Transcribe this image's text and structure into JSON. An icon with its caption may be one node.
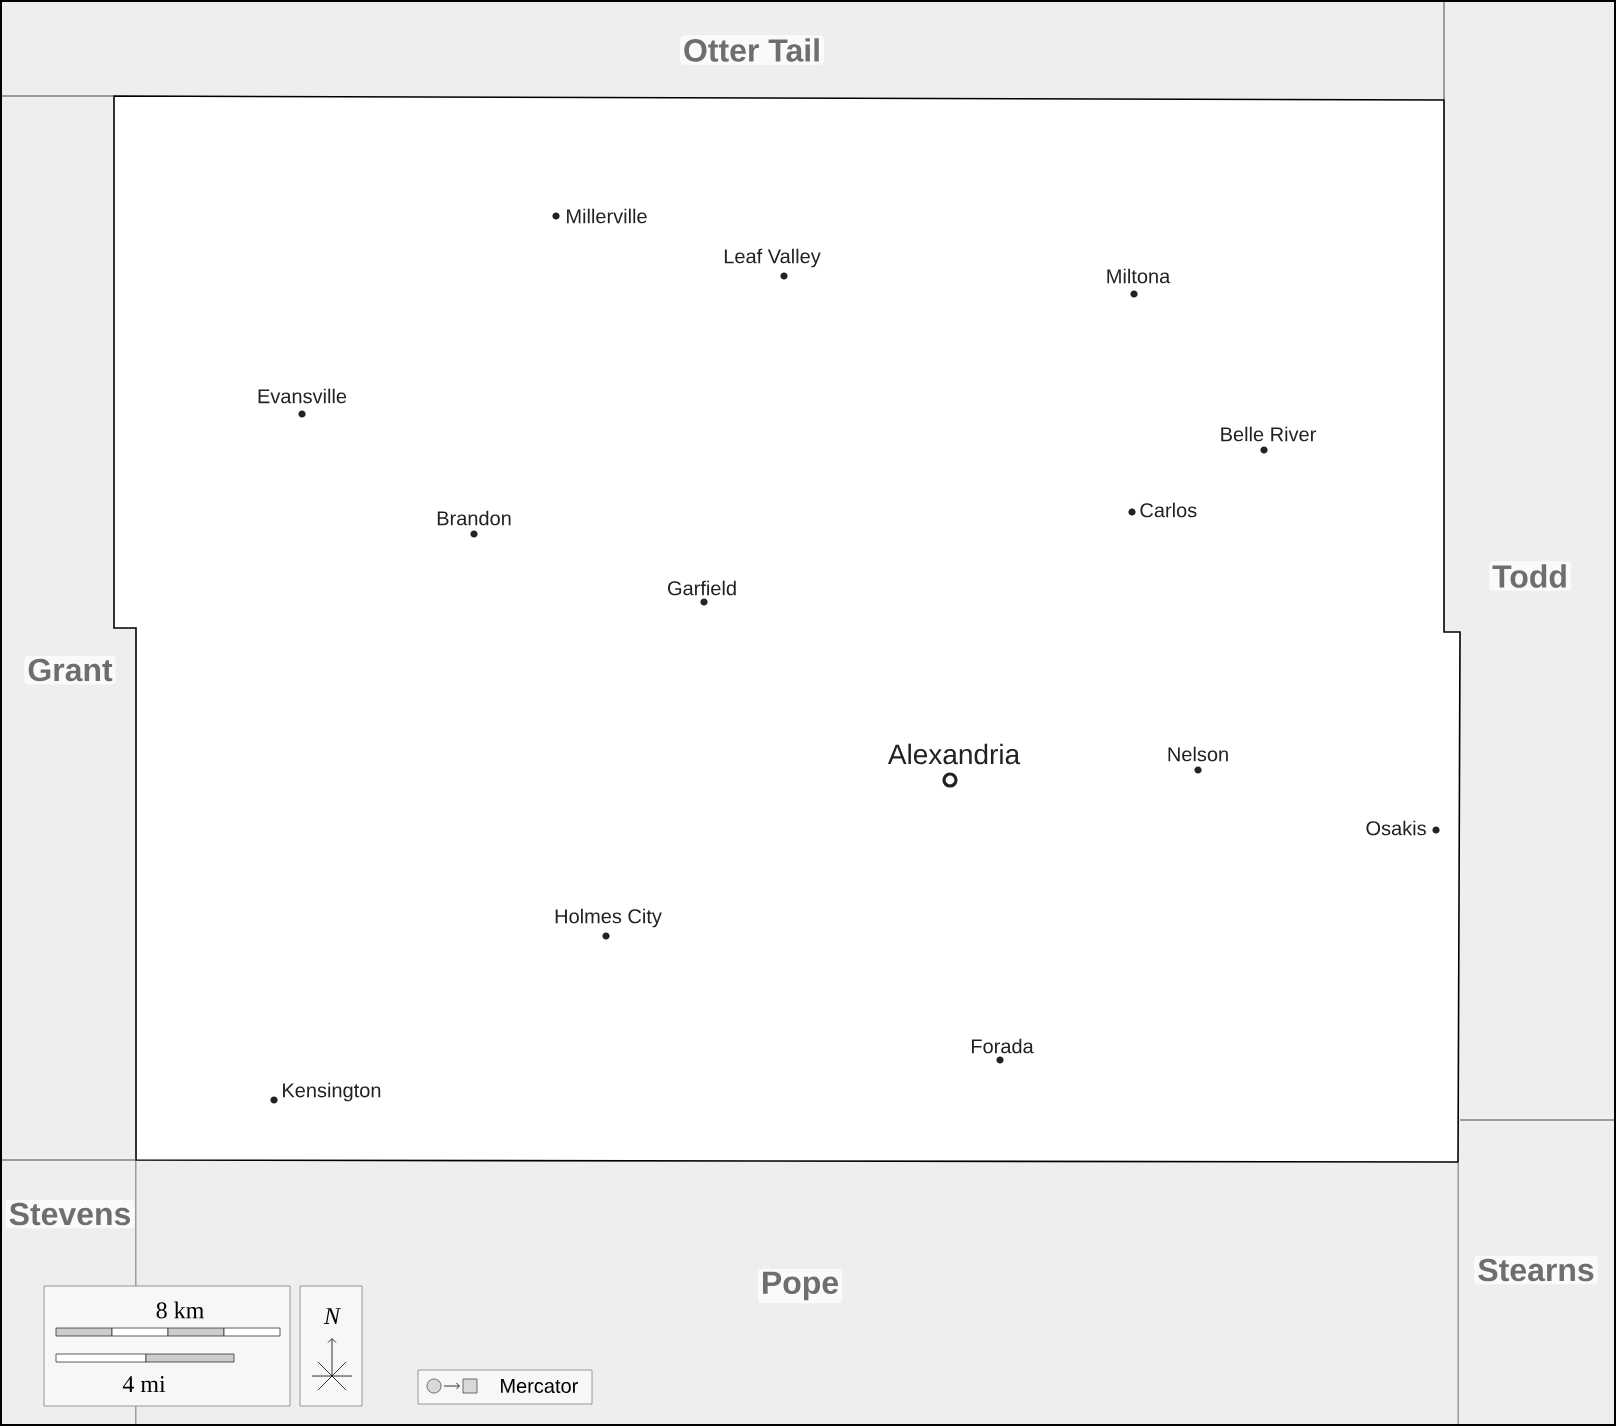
{
  "diagram": {
    "labels": [
      "Otter Tail",
      "Grant",
      "Todd",
      "Stevens",
      "Pope",
      "Stearns",
      "Millerville",
      "Leaf Valley",
      "Miltona",
      "Evansville",
      "Belle River",
      "Brandon",
      "Carlos",
      "Garfield",
      "Alexandria",
      "Nelson",
      "Osakis",
      "Holmes City",
      "Forada",
      "Kensington",
      "8 km",
      "4 mi",
      "N",
      "Mercator"
    ]
  }
}
